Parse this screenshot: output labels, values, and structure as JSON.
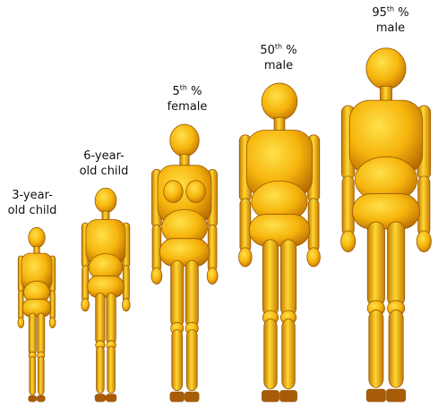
{
  "colors": {
    "body_light": "#ffe14a",
    "body_mid": "#f6b40c",
    "body_dark": "#b86a04",
    "shoe": "#a85c08"
  },
  "figures": [
    {
      "id": "child3",
      "line1": "3-year-",
      "line2": "old child"
    },
    {
      "id": "child6",
      "line1": "6-year-",
      "line2": "old child"
    },
    {
      "id": "female5",
      "line1_num": "5",
      "line1_sup": "th",
      "line1_rest": " %",
      "line2": "female"
    },
    {
      "id": "male50",
      "line1_num": "50",
      "line1_sup": "th",
      "line1_rest": " %",
      "line2": "male"
    },
    {
      "id": "male95",
      "line1_num": "95",
      "line1_sup": "th",
      "line1_rest": " %",
      "line2": "male"
    }
  ]
}
